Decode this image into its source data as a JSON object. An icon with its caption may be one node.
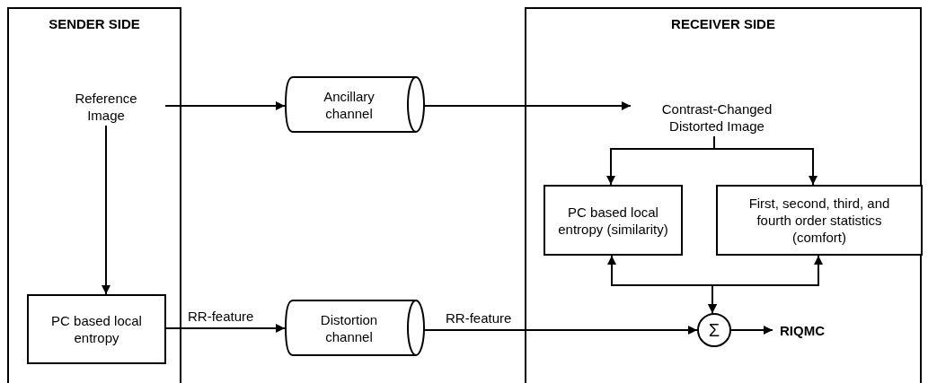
{
  "diagram": {
    "nodes": [
      {
        "text": [
          "SENDER SIDE"
        ]
      },
      {
        "text": [
          "Reference Image"
        ],
        "in": 0
      },
      {
        "text": [
          "PC based local entropy"
        ],
        "in": 0
      },
      {
        "text": [
          "Ancillary channel"
        ]
      },
      {
        "text": [
          "Distortion channel"
        ]
      },
      {
        "text": [
          "RECEIVER SIDE"
        ]
      },
      {
        "text": [
          "Contrast-Changed Distorted Image"
        ],
        "in": 5
      },
      {
        "text": [
          "PC based local entropy (similarity)"
        ],
        "in": 5
      },
      {
        "text": [
          "First, second, third, and fourth order statistics (comfort)"
        ],
        "in": 5
      },
      {
        "text": [
          "Σ"
        ],
        "in": 5
      },
      {
        "text": [
          "RIQMC"
        ],
        "in": 5
      }
    ],
    "edges": [
      {
        "from": 1,
        "to": 3,
        "arrow": "to"
      },
      {
        "from": 3,
        "to": 6,
        "arrow": "to"
      },
      {
        "from": 1,
        "to": 2,
        "arrow": "to"
      },
      {
        "from": 2,
        "to": 4,
        "arrow": "to",
        "label": "RR-feature"
      },
      {
        "from": 4,
        "to": 9,
        "arrow": "to",
        "label": "RR-feature"
      },
      {
        "from": 6,
        "to": 7,
        "arrow": "to"
      },
      {
        "from": 6,
        "to": 8,
        "arrow": "to"
      },
      {
        "from": 7,
        "to": 9,
        "arrow": "both"
      },
      {
        "from": 8,
        "to": 9,
        "arrow": "both"
      },
      {
        "from": 9,
        "to": 10,
        "arrow": "to"
      }
    ]
  }
}
